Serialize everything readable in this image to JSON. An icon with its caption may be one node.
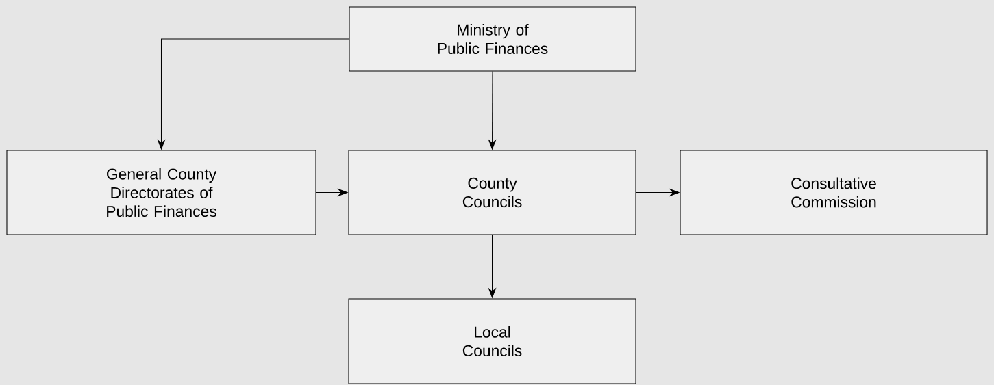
{
  "diagram": {
    "nodes": [
      {
        "text": [
          "Ministry of Public Finances"
        ]
      },
      {
        "text": [
          "General County Directorates of Public Finances"
        ]
      },
      {
        "text": [
          "County Councils"
        ]
      },
      {
        "text": [
          "Consultative Commission"
        ]
      },
      {
        "text": [
          "Local Councils"
        ]
      }
    ],
    "edges": [
      {
        "from": 0,
        "to": 1,
        "arrow": "to"
      },
      {
        "from": 0,
        "to": 2,
        "arrow": "to"
      },
      {
        "from": 1,
        "to": 2,
        "arrow": "to"
      },
      {
        "from": 2,
        "to": 3,
        "arrow": "to"
      },
      {
        "from": 2,
        "to": 4,
        "arrow": "to"
      }
    ]
  }
}
